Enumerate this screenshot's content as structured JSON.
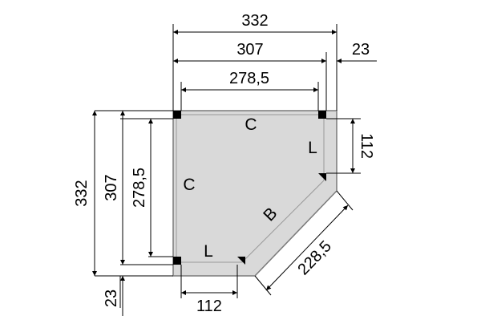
{
  "colors": {
    "fill": "#d9d9d9",
    "outline": "#7a7a7a",
    "line": "#000000",
    "post": "#000000"
  },
  "dimensions": {
    "top_332": "332",
    "top_307": "307",
    "top_23": "23",
    "top_2785": "278,5",
    "left_332": "332",
    "left_307": "307",
    "left_2785": "278,5",
    "left_23": "23",
    "right_112": "112",
    "bottom_112": "112",
    "diag_2285": "228,5"
  },
  "side_labels": {
    "top": "C",
    "left": "C",
    "right_corner": "L",
    "bottom_corner": "L",
    "diagonal": "B"
  }
}
